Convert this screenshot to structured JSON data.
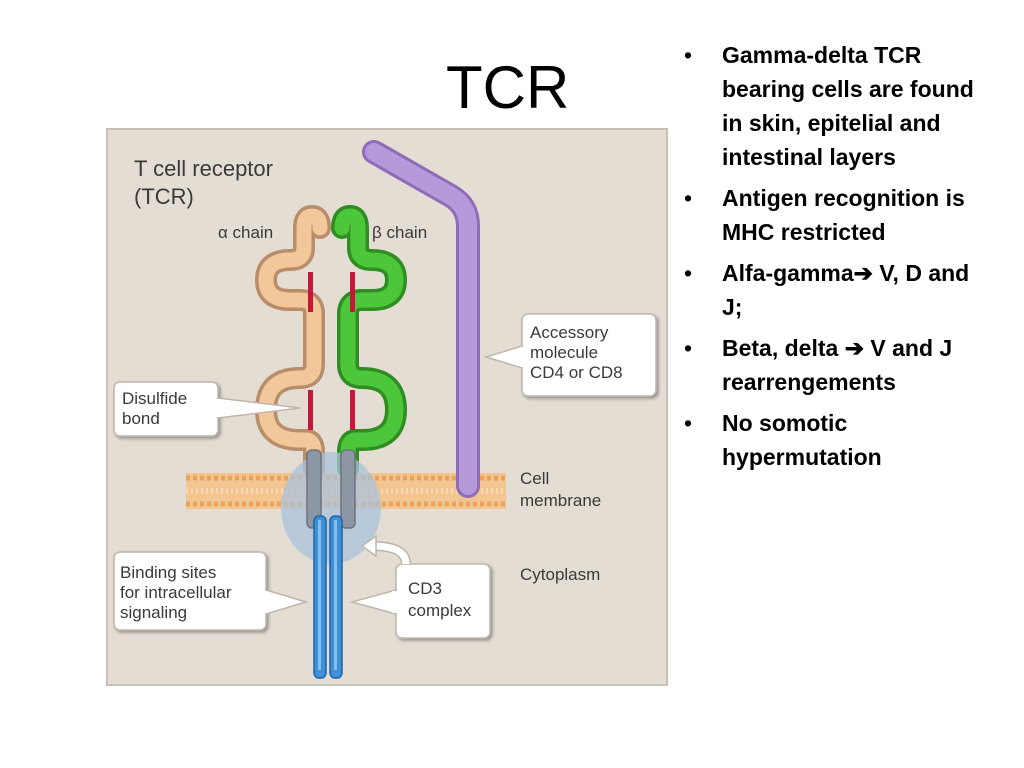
{
  "slide": {
    "title": "TCR"
  },
  "figure": {
    "heading_line1": "T cell receptor",
    "heading_line2": "(TCR)",
    "alpha_chain_label": "α chain",
    "beta_chain_label": "β chain",
    "accessory_line1": "Accessory",
    "accessory_line2": "molecule",
    "accessory_line3": "CD4 or CD8",
    "disulfide_line1": "Disulfide",
    "disulfide_line2": "bond",
    "membrane_line1": "Cell",
    "membrane_line2": "membrane",
    "cytoplasm_label": "Cytoplasm",
    "binding_line1": "Binding sites",
    "binding_line2": "for intracellular",
    "binding_line3": "signaling",
    "cd3_line1": "CD3",
    "cd3_line2": "complex",
    "colors": {
      "alpha_chain": "#f2c79a",
      "beta_chain": "#4cc63a",
      "accessory": "#b08fd6",
      "disulfide": "#c8153a",
      "cd3": "#3d8fd6",
      "membrane": "#f3b468",
      "background": "#e4ddd3"
    }
  },
  "bullets": [
    {
      "text": "Gamma-delta TCR bearing cells are  found in skin, epitelial and intestinal layers"
    },
    {
      "text": "Antigen recognition is MHC restricted"
    },
    {
      "text_before": "Alfa-gamma",
      "text_after": " V, D and J;"
    },
    {
      "text_before": "Beta, delta ",
      "text_after": " V and J rearrengements"
    },
    {
      "text": "No somotic hypermutation"
    }
  ]
}
